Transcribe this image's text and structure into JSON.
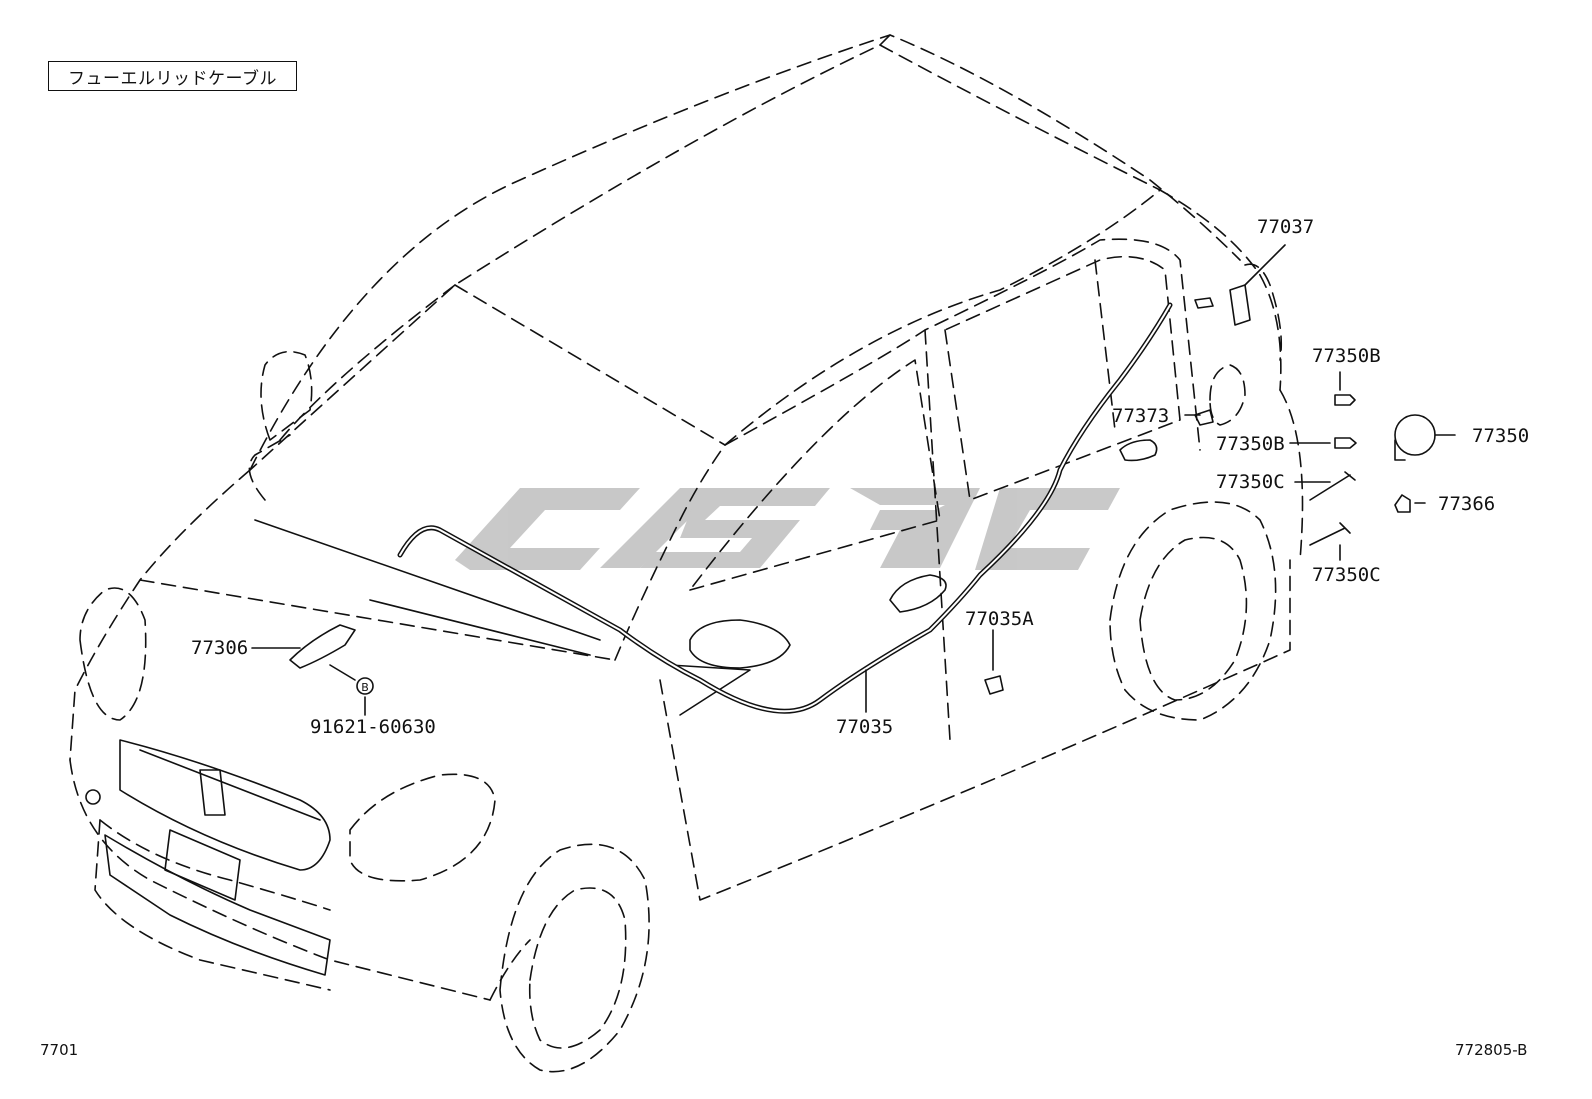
{
  "diagram": {
    "title": "フューエルリッドケーブル",
    "section_code": "7701",
    "illustration_code": "772805-B",
    "watermark": "",
    "callout_b": "B",
    "parts": [
      {
        "id": "p-77037",
        "label": "77037"
      },
      {
        "id": "p-77350B-1",
        "label": "77350B"
      },
      {
        "id": "p-77373",
        "label": "77373"
      },
      {
        "id": "p-77350B-2",
        "label": "77350B"
      },
      {
        "id": "p-77350",
        "label": "77350"
      },
      {
        "id": "p-77350C-1",
        "label": "77350C"
      },
      {
        "id": "p-77366",
        "label": "77366"
      },
      {
        "id": "p-77350C-2",
        "label": "77350C"
      },
      {
        "id": "p-77035A",
        "label": "77035A"
      },
      {
        "id": "p-77306",
        "label": "77306"
      },
      {
        "id": "p-91621",
        "label": "91621-60630"
      },
      {
        "id": "p-77035",
        "label": "77035"
      }
    ]
  }
}
